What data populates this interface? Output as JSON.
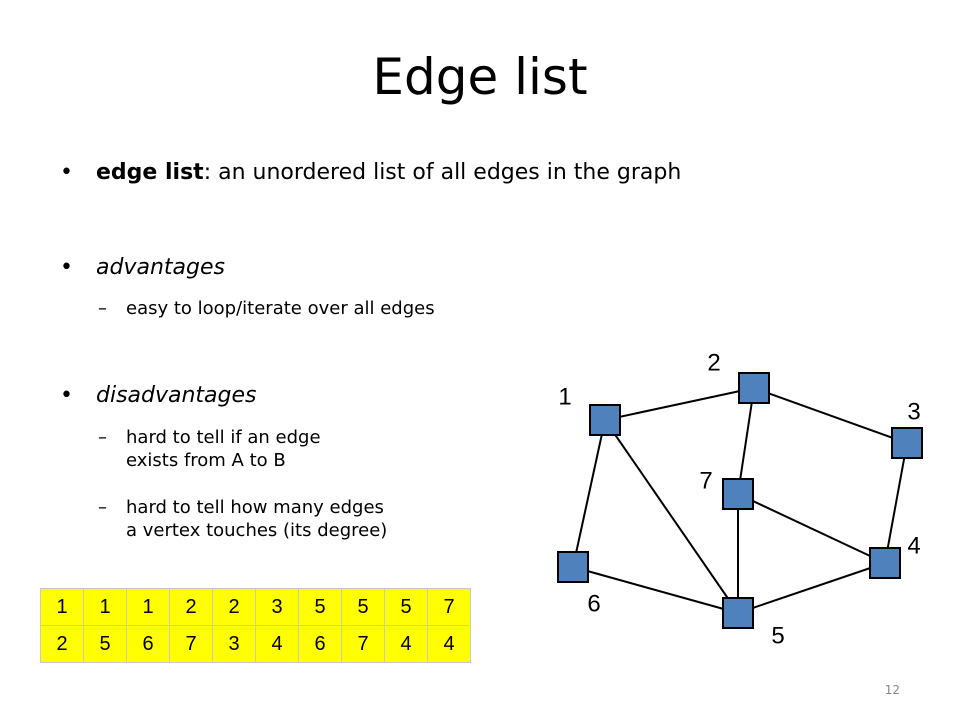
{
  "title": "Edge list",
  "bullets": [
    {
      "term": "edge list",
      "rest": ": an unordered list of all edges in the graph"
    },
    {
      "term": "advantages"
    },
    {
      "term": "disadvantages"
    }
  ],
  "sub_bullets": [
    {
      "lines": [
        "easy to loop/iterate over all edges"
      ]
    },
    {
      "lines": [
        "hard to tell if an edge",
        "exists from A to B"
      ]
    },
    {
      "lines": [
        "hard to tell how many edges",
        "a vertex touches (its degree)"
      ]
    }
  ],
  "graph": {
    "vertices": [
      {
        "id": "1",
        "label": "1"
      },
      {
        "id": "2",
        "label": "2"
      },
      {
        "id": "3",
        "label": "3"
      },
      {
        "id": "4",
        "label": "4"
      },
      {
        "id": "5",
        "label": "5"
      },
      {
        "id": "6",
        "label": "6"
      },
      {
        "id": "7",
        "label": "7"
      }
    ],
    "edges": [
      [
        "1",
        "2"
      ],
      [
        "1",
        "5"
      ],
      [
        "1",
        "6"
      ],
      [
        "2",
        "7"
      ],
      [
        "2",
        "3"
      ],
      [
        "3",
        "4"
      ],
      [
        "5",
        "6"
      ],
      [
        "5",
        "7"
      ],
      [
        "5",
        "4"
      ],
      [
        "7",
        "4"
      ]
    ],
    "node_color": "#4f81bd"
  },
  "edge_table": {
    "row1": [
      "1",
      "1",
      "1",
      "2",
      "2",
      "3",
      "5",
      "5",
      "5",
      "7"
    ],
    "row2": [
      "2",
      "5",
      "6",
      "7",
      "3",
      "4",
      "6",
      "7",
      "4",
      "4"
    ],
    "cell_color": "#ffff00"
  },
  "page_number": "12"
}
